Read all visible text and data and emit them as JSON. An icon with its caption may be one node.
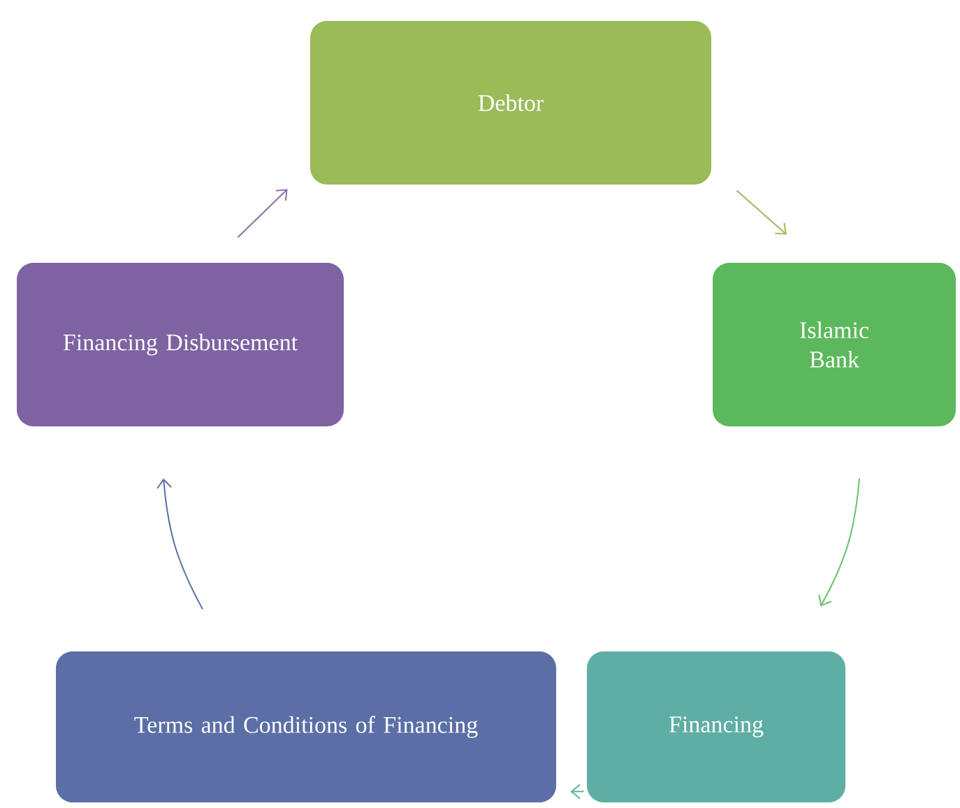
{
  "diagram": {
    "nodes": [
      {
        "text": [
          "Debtor"
        ]
      },
      {
        "text": [
          "Islamic Bank"
        ]
      },
      {
        "text": [
          "Financing"
        ]
      },
      {
        "text": [
          "Terms and Conditions of Financing"
        ]
      },
      {
        "text": [
          "Financing Disbursement"
        ]
      }
    ],
    "edges": [
      {
        "from": 0,
        "to": 1,
        "arrow": "to",
        "color": "#9bbb59"
      },
      {
        "from": 1,
        "to": 2,
        "arrow": "to",
        "color": "#6cc16c"
      },
      {
        "from": 2,
        "to": 3,
        "arrow": "to",
        "color": "#5eaea5"
      },
      {
        "from": 3,
        "to": 4,
        "arrow": "to",
        "color": "#5b6fa6"
      },
      {
        "from": 4,
        "to": 0,
        "arrow": "to",
        "color": "#8a70ab"
      }
    ]
  }
}
